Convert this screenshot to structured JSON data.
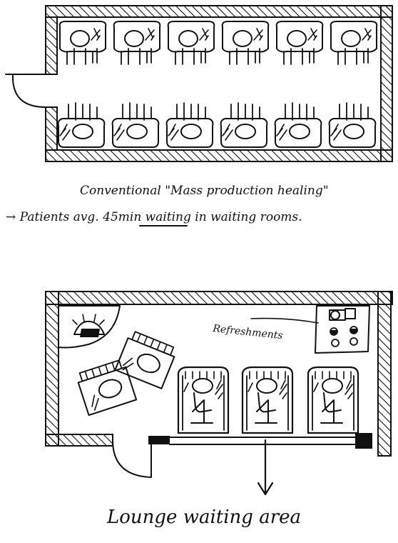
{
  "top_plan": {
    "caption": "Conventional \"Mass production healing\"",
    "note_prefix": "→ Patients avg. ",
    "note_time": "45min",
    "note_suffix": " waiting in waiting rooms.",
    "chairs_per_row": 6,
    "rows": 2
  },
  "bottom_plan": {
    "label_refreshments": "Refreshments",
    "caption": "Lounge waiting area",
    "lounge_chairs": 3,
    "corner_chairs": 2
  },
  "colors": {
    "ink": "#111111",
    "paper": "#ffffff"
  }
}
